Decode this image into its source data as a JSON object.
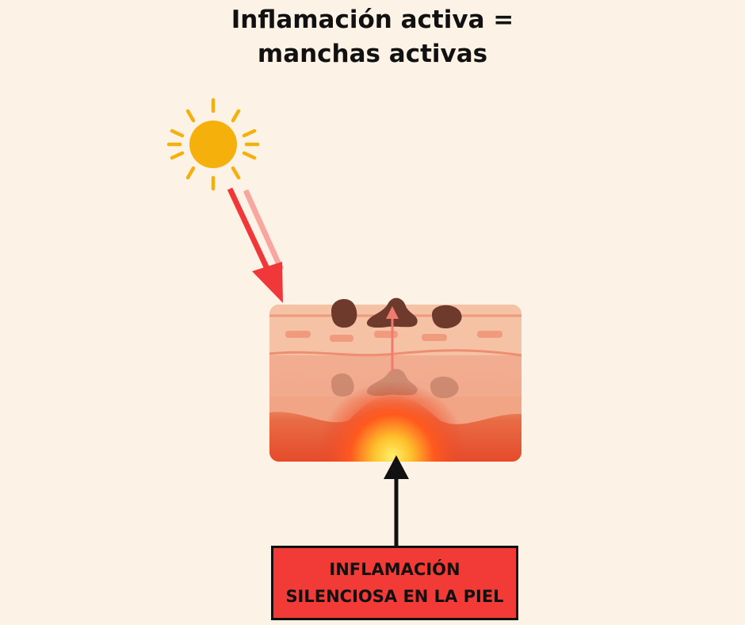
{
  "title": {
    "line1": "Inflamación activa =",
    "line2": "manchas activas"
  },
  "label": {
    "line1": "INFLAMACIÓN",
    "line2": "SILENCIOSA EN LA PIEL"
  },
  "icons": {
    "sun": "sun-icon",
    "sun_ray_arrow": "uv-ray-arrow",
    "pointer_arrow": "up-arrow"
  },
  "colors": {
    "background": "#fcf3e6",
    "sun": "#f5b00c",
    "ray_arrow": "#f0383a",
    "inflammation": "#e8512a",
    "label_box": "#f23a36",
    "spots": "#6e3a2c"
  }
}
